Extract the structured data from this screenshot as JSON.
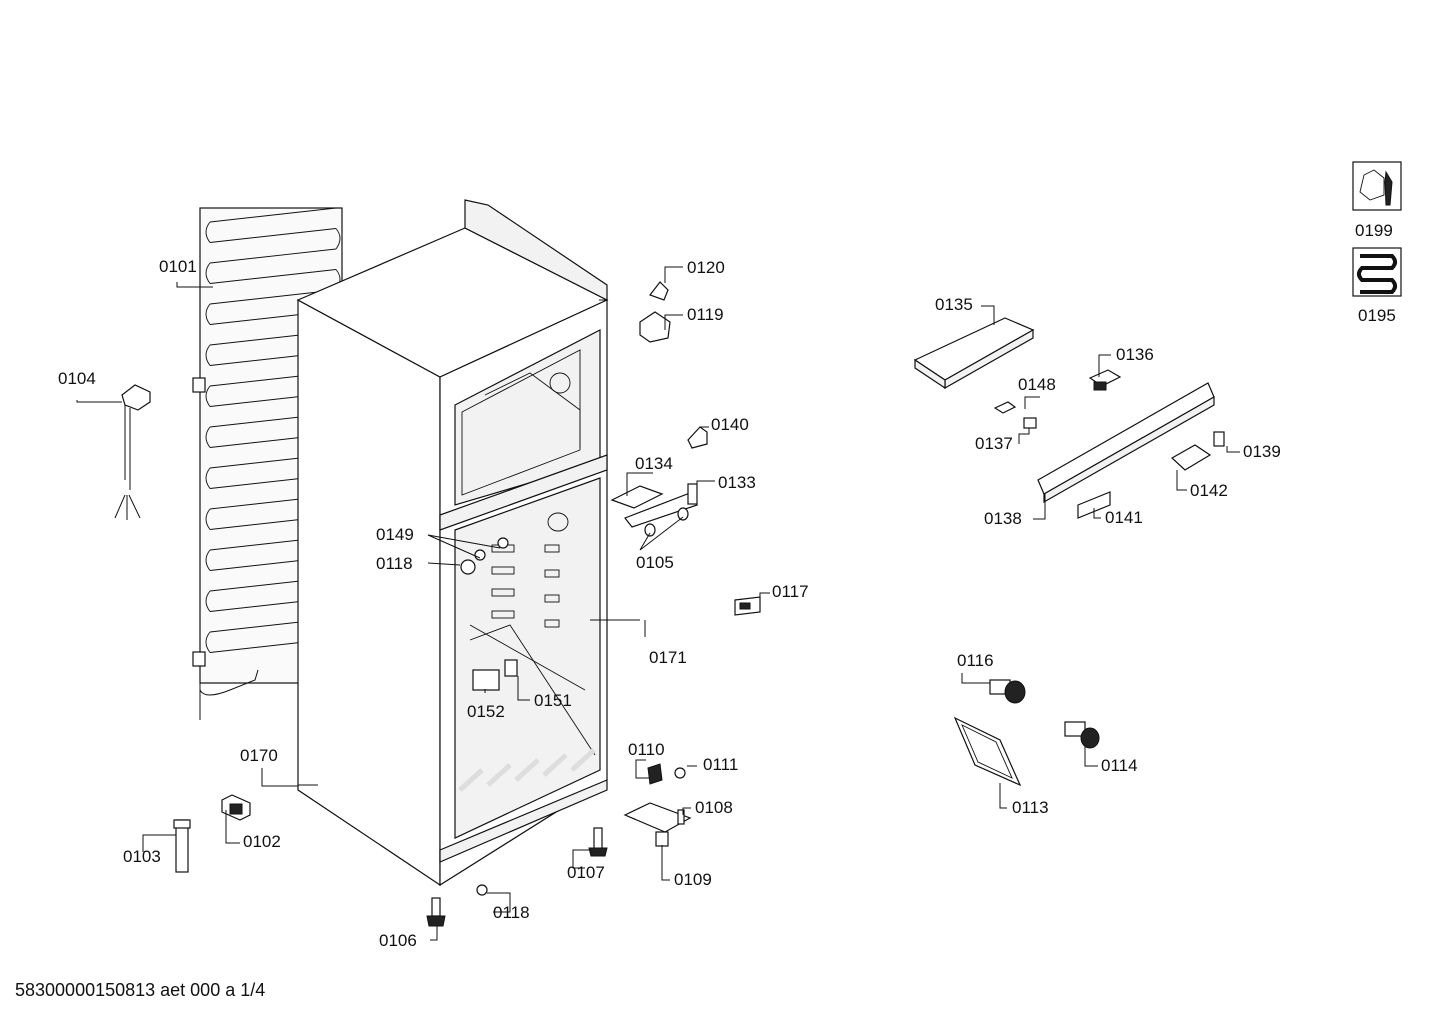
{
  "footer": {
    "document_code": "58300000150813 aet 000 a 1/4"
  },
  "legend": {
    "service_tool": "0199",
    "heat_exchanger": "0195"
  },
  "labels": {
    "p0101": "0101",
    "p0104": "0104",
    "p0170": "0170",
    "p0103": "0103",
    "p0102": "0102",
    "p0106": "0106",
    "p0118b": "0118",
    "p0107": "0107",
    "p0109": "0109",
    "p0108": "0108",
    "p0110": "0110",
    "p0111": "0111",
    "p0152": "0152",
    "p0151": "0151",
    "p0149": "0149",
    "p0118a": "0118",
    "p0171": "0171",
    "p0117": "0117",
    "p0105": "0105",
    "p0134": "0134",
    "p0133": "0133",
    "p0140": "0140",
    "p0120": "0120",
    "p0119": "0119",
    "p0135": "0135",
    "p0136": "0136",
    "p0148": "0148",
    "p0137": "0137",
    "p0138": "0138",
    "p0141": "0141",
    "p0142": "0142",
    "p0139": "0139",
    "p0116": "0116",
    "p0113": "0113",
    "p0114": "0114"
  }
}
